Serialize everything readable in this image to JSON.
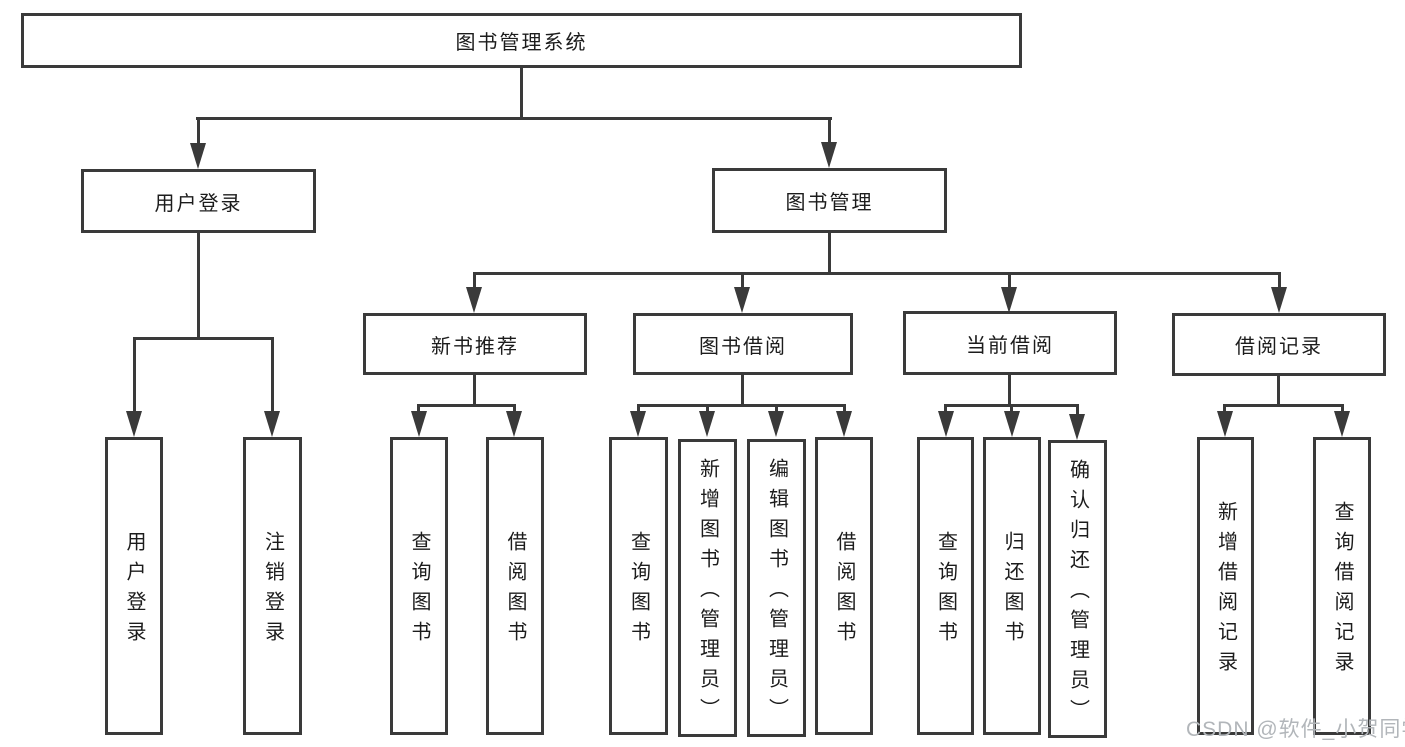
{
  "diagram_title": "图书管理系统",
  "nodes": {
    "root": "图书管理系统",
    "user_login": "用户登录",
    "book_mgmt": "图书管理",
    "new_book_rec": "新书推荐",
    "book_borrow": "图书借阅",
    "current_borrow": "当前借阅",
    "borrow_record": "借阅记录",
    "leaf_user_login": "用户登录",
    "leaf_logout": "注销登录",
    "leaf_rec_query_book": "查询图书",
    "leaf_rec_borrow_book": "借阅图书",
    "leaf_bb_query_book": "查询图书",
    "leaf_bb_add_book": "新增图书（管理员）",
    "leaf_bb_edit_book": "编辑图书（管理员）",
    "leaf_bb_borrow_book": "借阅图书",
    "leaf_cb_query_book": "查询图书",
    "leaf_cb_return_book": "归还图书",
    "leaf_cb_confirm_return": "确认归还（管理员）",
    "leaf_br_add_record": "新增借阅记录",
    "leaf_br_query_record": "查询借阅记录"
  },
  "edges": [
    {
      "parent": "root",
      "children": [
        "user_login",
        "book_mgmt"
      ]
    },
    {
      "parent": "user_login",
      "children": [
        "leaf_user_login",
        "leaf_logout"
      ]
    },
    {
      "parent": "book_mgmt",
      "children": [
        "new_book_rec",
        "book_borrow",
        "current_borrow",
        "borrow_record"
      ]
    },
    {
      "parent": "new_book_rec",
      "children": [
        "leaf_rec_query_book",
        "leaf_rec_borrow_book"
      ]
    },
    {
      "parent": "book_borrow",
      "children": [
        "leaf_bb_query_book",
        "leaf_bb_add_book",
        "leaf_bb_edit_book",
        "leaf_bb_borrow_book"
      ]
    },
    {
      "parent": "current_borrow",
      "children": [
        "leaf_cb_query_book",
        "leaf_cb_return_book",
        "leaf_cb_confirm_return"
      ]
    },
    {
      "parent": "borrow_record",
      "children": [
        "leaf_br_add_record",
        "leaf_br_query_record"
      ]
    }
  ],
  "watermark": "CSDN @软件_小贺同学",
  "colors": {
    "line": "#3a3a3a",
    "text": "#1c1c1c",
    "background": "#ffffff",
    "watermark": "#b2b6ba"
  }
}
